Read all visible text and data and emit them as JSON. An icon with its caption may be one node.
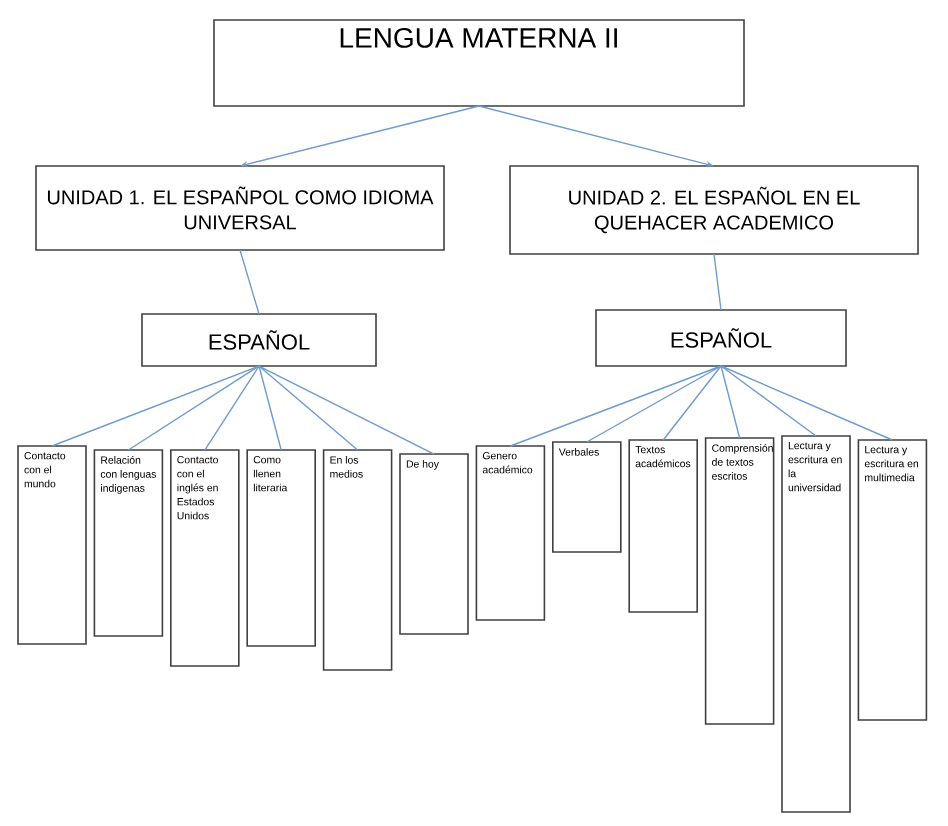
{
  "diagram": {
    "nodes": [
      {
        "text": [
          "LENGUA MATERNA II"
        ]
      },
      {
        "text": [
          "UNIDAD 1. EL ESPAÑPOL COMO IDIOMA UNIVERSAL"
        ]
      },
      {
        "text": [
          "UNIDAD 2. EL ESPAÑOL EN EL QUEHACER ACADEMICO"
        ]
      },
      {
        "text": [
          "ESPAÑOL"
        ]
      },
      {
        "text": [
          "ESPAÑOL"
        ]
      },
      {
        "text": [
          "Contacto con el mundo"
        ]
      },
      {
        "text": [
          "Relación con lenguas indigenas"
        ]
      },
      {
        "text": [
          "Contacto con el inglés en Estados Unidos"
        ]
      },
      {
        "text": [
          "Como llenen literaria"
        ]
      },
      {
        "text": [
          "En los medios"
        ]
      },
      {
        "text": [
          "De hoy"
        ]
      },
      {
        "text": [
          "Genero académico"
        ]
      },
      {
        "text": [
          "Verbales"
        ]
      },
      {
        "text": [
          "Textos académicos"
        ]
      },
      {
        "text": [
          "Comprensión de textos escritos"
        ]
      },
      {
        "text": [
          "Lectura y escritura en la universidad"
        ]
      },
      {
        "text": [
          "Lectura y escritura en multimedia"
        ]
      }
    ],
    "edges": [
      {
        "from": 0,
        "to": 1,
        "arrow": "to"
      },
      {
        "from": 0,
        "to": 2,
        "arrow": "to"
      },
      {
        "from": 1,
        "to": 3,
        "arrow": "none"
      },
      {
        "from": 2,
        "to": 4,
        "arrow": "none"
      },
      {
        "from": 3,
        "to": 5,
        "arrow": "none"
      },
      {
        "from": 3,
        "to": 6,
        "arrow": "none"
      },
      {
        "from": 3,
        "to": 7,
        "arrow": "none"
      },
      {
        "from": 3,
        "to": 8,
        "arrow": "none"
      },
      {
        "from": 3,
        "to": 9,
        "arrow": "none"
      },
      {
        "from": 3,
        "to": 10,
        "arrow": "none"
      },
      {
        "from": 4,
        "to": 11,
        "arrow": "none"
      },
      {
        "from": 4,
        "to": 12,
        "arrow": "none"
      },
      {
        "from": 4,
        "to": 13,
        "arrow": "none"
      },
      {
        "from": 4,
        "to": 14,
        "arrow": "none"
      },
      {
        "from": 4,
        "to": 15,
        "arrow": "none"
      },
      {
        "from": 4,
        "to": 16,
        "arrow": "none"
      }
    ]
  }
}
